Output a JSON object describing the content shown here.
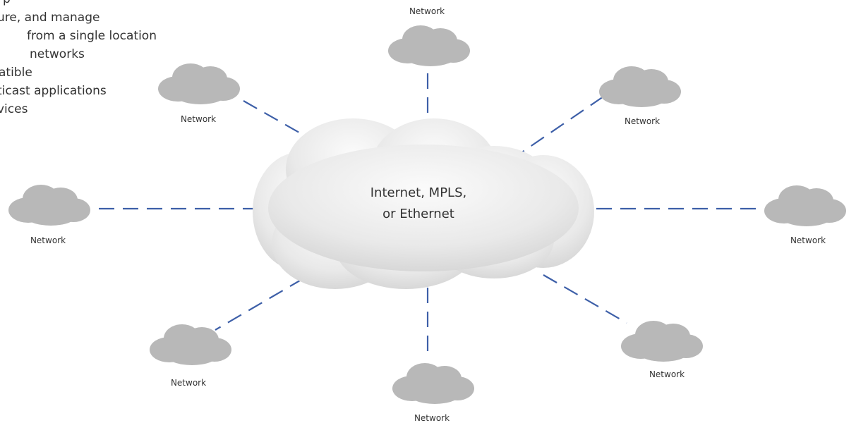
{
  "intro_bullets": [
    "p",
    "ure, and manage",
    "from a single location",
    "networks",
    "atible",
    "ticast applications",
    "vices"
  ],
  "core": {
    "label_line1": "Internet, MPLS,",
    "label_line2": "or Ethernet"
  },
  "networks": [
    {
      "id": "top",
      "label": "Network"
    },
    {
      "id": "top-left",
      "label": "Network"
    },
    {
      "id": "top-right",
      "label": "Network"
    },
    {
      "id": "left",
      "label": "Network"
    },
    {
      "id": "right",
      "label": "Network"
    },
    {
      "id": "bottom-left",
      "label": "Network"
    },
    {
      "id": "bottom",
      "label": "Network"
    },
    {
      "id": "bottom-right",
      "label": "Network"
    }
  ],
  "colors": {
    "link": "#3d5fa8",
    "small_cloud": "#b8b8b8",
    "core_cloud_light": "#fbfbfb",
    "core_cloud_dark": "#d0d0d0",
    "text": "#333333"
  }
}
